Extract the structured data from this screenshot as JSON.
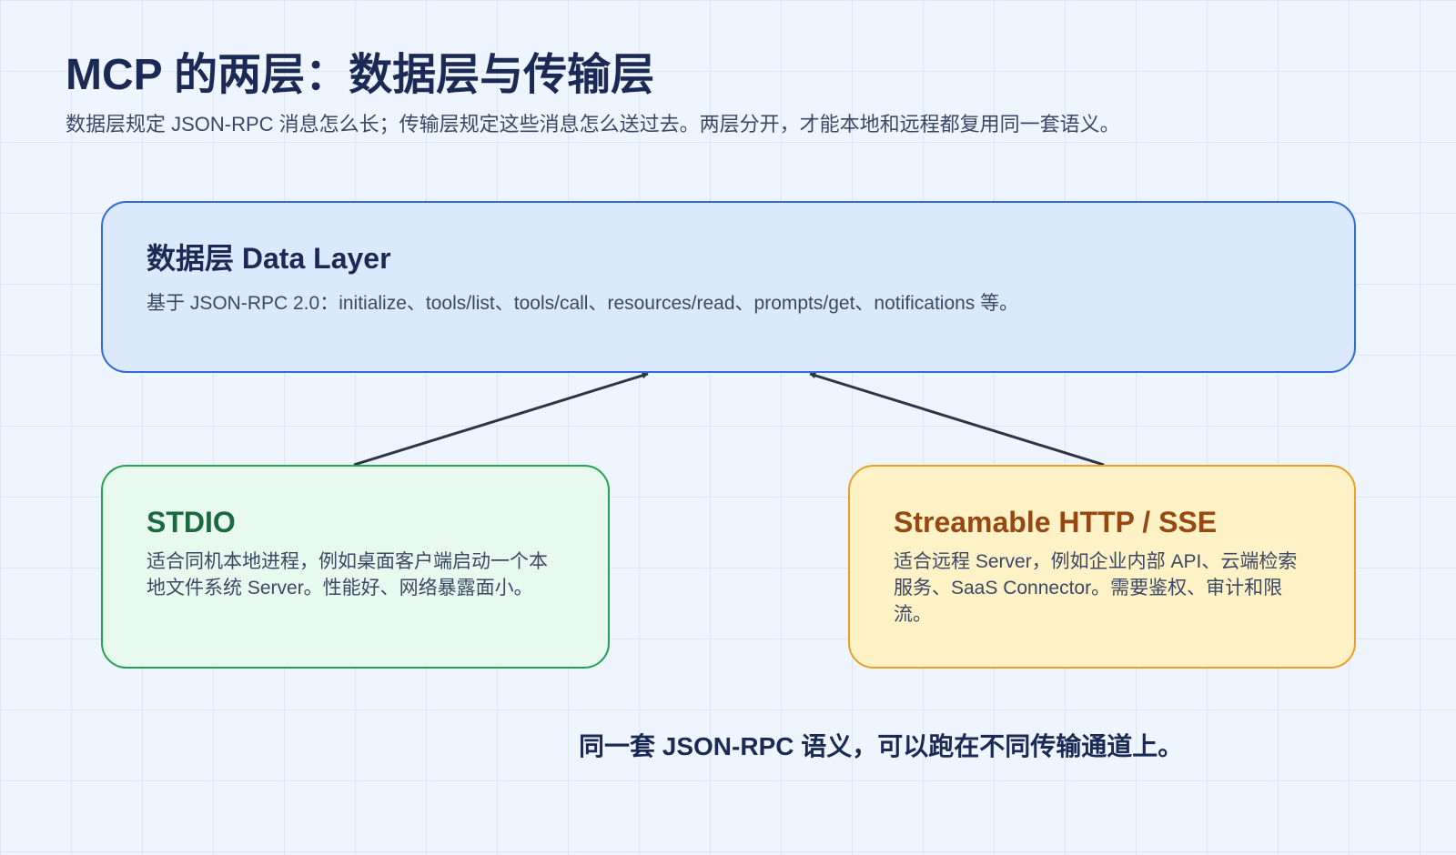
{
  "title": "MCP 的两层：数据层与传输层",
  "subtitle": "数据层规定 JSON-RPC 消息怎么长；传输层规定这些消息怎么送过去。两层分开，才能本地和远程都复用同一套语义。",
  "data_layer": {
    "title": "数据层 Data Layer",
    "description": "基于 JSON-RPC 2.0：initialize、tools/list、tools/call、resources/read、prompts/get、notifications 等。",
    "border_color": "#2e6bd8",
    "fill_color": "#dce9fd"
  },
  "transports": [
    {
      "title": "STDIO",
      "description": "适合同机本地进程，例如桌面客户端启动一个本地文件系统 Server。性能好、网络暴露面小。",
      "border_color": "#22a350",
      "fill_color": "#e8f9ef",
      "title_color": "#1b6a3f"
    },
    {
      "title": "Streamable HTTP / SSE",
      "description": "适合远程 Server，例如企业内部 API、云端检索服务、SaaS Connector。需要鉴权、审计和限流。",
      "border_color": "#ec9f27",
      "fill_color": "#fff2c6",
      "title_color": "#974712"
    }
  ],
  "connectors": [
    {
      "from": "STDIO",
      "to": "数据层 Data Layer",
      "arrowhead": "end"
    },
    {
      "from": "Streamable HTTP / SSE",
      "to": "数据层 Data Layer",
      "arrowhead": "end"
    }
  ],
  "footer": "同一套 JSON-RPC 语义，可以跑在不同传输通道上。"
}
